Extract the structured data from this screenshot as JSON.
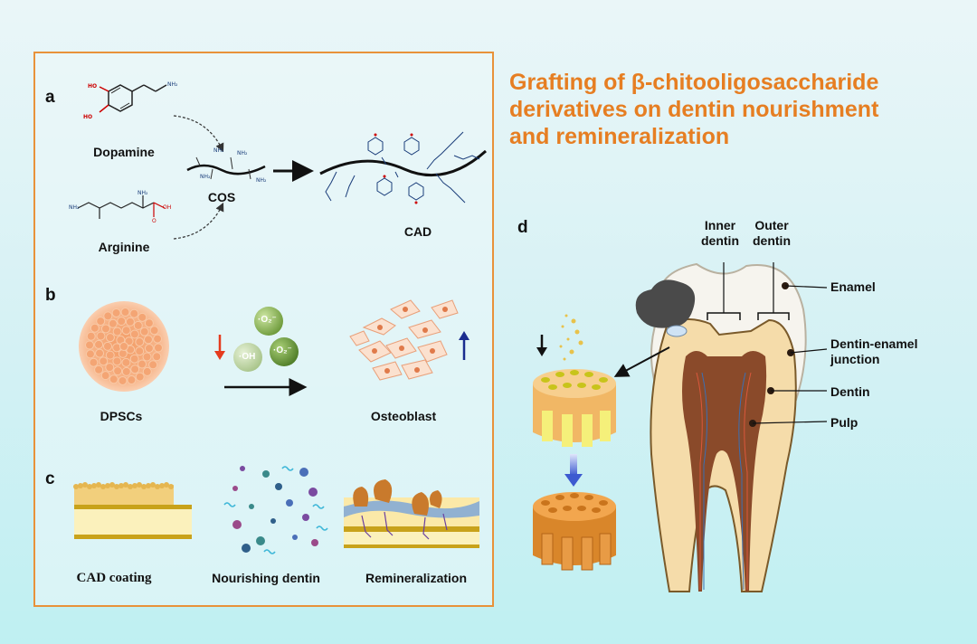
{
  "title_lines": [
    "Grafting of β-chitooligosaccharide",
    "derivatives on dentin nourishment",
    "and remineralization"
  ],
  "panels": {
    "a": {
      "letter": "a",
      "dopamine": "Dopamine",
      "arginine": "Arginine",
      "cos": "COS",
      "cad": "CAD",
      "chem": {
        "ho1": "HO",
        "ho2": "HO",
        "nh2": "NH₂",
        "oh": "OH",
        "o": "O"
      }
    },
    "b": {
      "letter": "b",
      "dpscs": "DPSCs",
      "osteoblast": "Osteoblast",
      "ros": [
        "·O₂⁻",
        "·OH",
        "·O₂⁻"
      ]
    },
    "c": {
      "letter": "c",
      "coating": "CAD coating",
      "nourishing": "Nourishing dentin",
      "remineralization": "Remineralization"
    },
    "d": {
      "letter": "d",
      "inner_dentin": [
        "Inner",
        "dentin"
      ],
      "outer_dentin": [
        "Outer",
        "dentin"
      ],
      "enamel": "Enamel",
      "dej": [
        "Dentin-enamel",
        "junction"
      ],
      "dentin": "Dentin",
      "pulp": "Pulp"
    }
  },
  "colors": {
    "accent": "#e67e22",
    "border": "#e8923a",
    "arrow_down": "#e53b1e",
    "arrow_up": "#1b2d8f"
  }
}
